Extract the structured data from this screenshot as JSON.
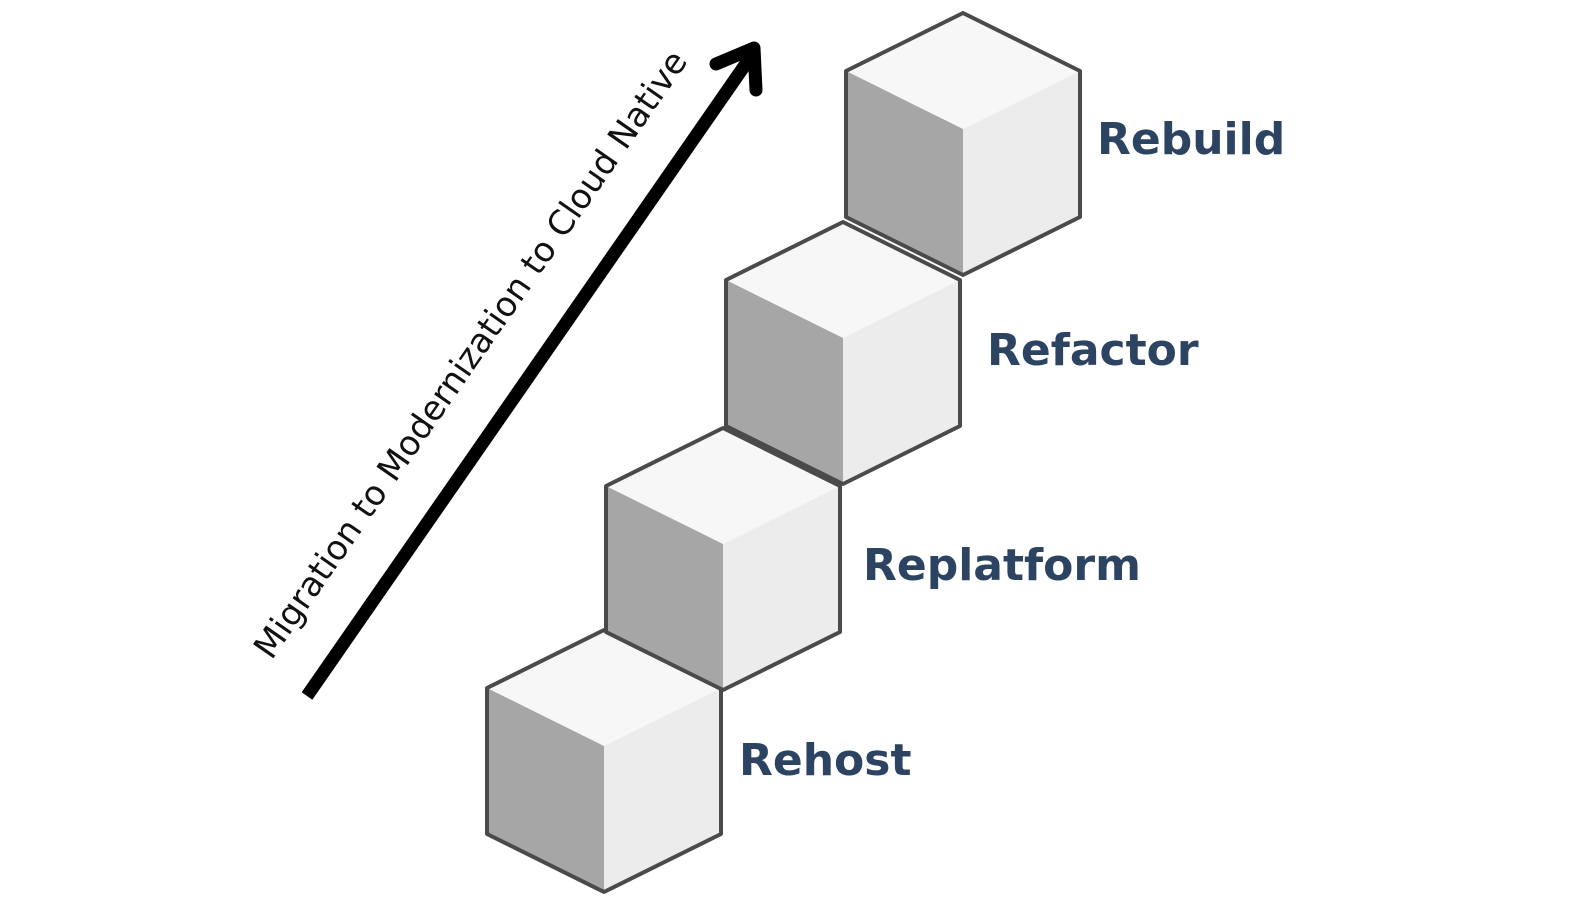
{
  "diagram": {
    "direction_caption": "Migration to Modernization to Cloud Native",
    "steps": [
      {
        "label": "Rehost"
      },
      {
        "label": "Replatform"
      },
      {
        "label": "Refactor"
      },
      {
        "label": "Rebuild"
      }
    ],
    "colors": {
      "label_text": "#2c4462",
      "cube_top": "#f7f7f7",
      "cube_left": "#a6a6a6",
      "cube_right": "#ececec",
      "cube_edge": "#4a4a4a",
      "arrow": "#000000"
    }
  }
}
